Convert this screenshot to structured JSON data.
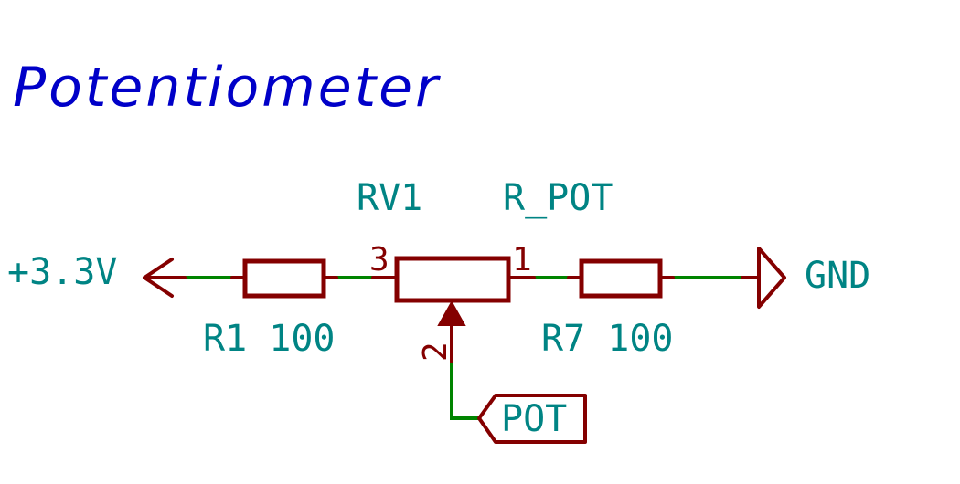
{
  "title": "Potentiometer",
  "nets": {
    "power": "+3.3V",
    "ground": "GND",
    "pot_label": "POT"
  },
  "components": {
    "r1": {
      "ref_value": "R1 100"
    },
    "r7": {
      "ref_value": "R7 100"
    },
    "rv1": {
      "ref": "RV1",
      "value": "R_POT",
      "pin1": "1",
      "pin2": "2",
      "pin3": "3"
    }
  },
  "colors": {
    "title": "#0000c8",
    "label": "#008484",
    "component": "#840000",
    "wire": "#008400",
    "background": "#ffffff"
  }
}
